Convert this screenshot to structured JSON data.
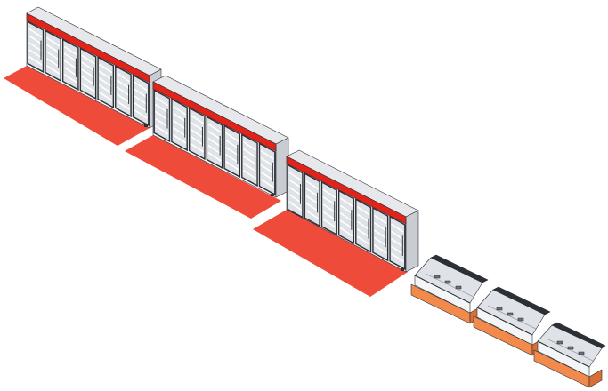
{
  "colors": {
    "background": "#ffffff",
    "floor_zone": "#ef4b3a",
    "accent_red": "#e2231a",
    "accent_orange": "#f28a4c",
    "cabinet_front": "#f4f5f7",
    "cabinet_side": "#c9ccd1",
    "cabinet_top": "#e6e8eb",
    "glass": "#dfe3e7",
    "frame": "#2b2f36",
    "shelf": "#ffffff"
  },
  "scene": {
    "upright_freezers": [
      {
        "id": "freezer-1",
        "door_count": 7,
        "has_floor_zone": true
      },
      {
        "id": "freezer-2",
        "door_count": 7,
        "has_floor_zone": true
      },
      {
        "id": "freezer-3",
        "door_count": 7,
        "has_floor_zone": true
      }
    ],
    "display_counters": [
      {
        "id": "counter-1"
      },
      {
        "id": "counter-2"
      },
      {
        "id": "counter-3"
      }
    ]
  }
}
